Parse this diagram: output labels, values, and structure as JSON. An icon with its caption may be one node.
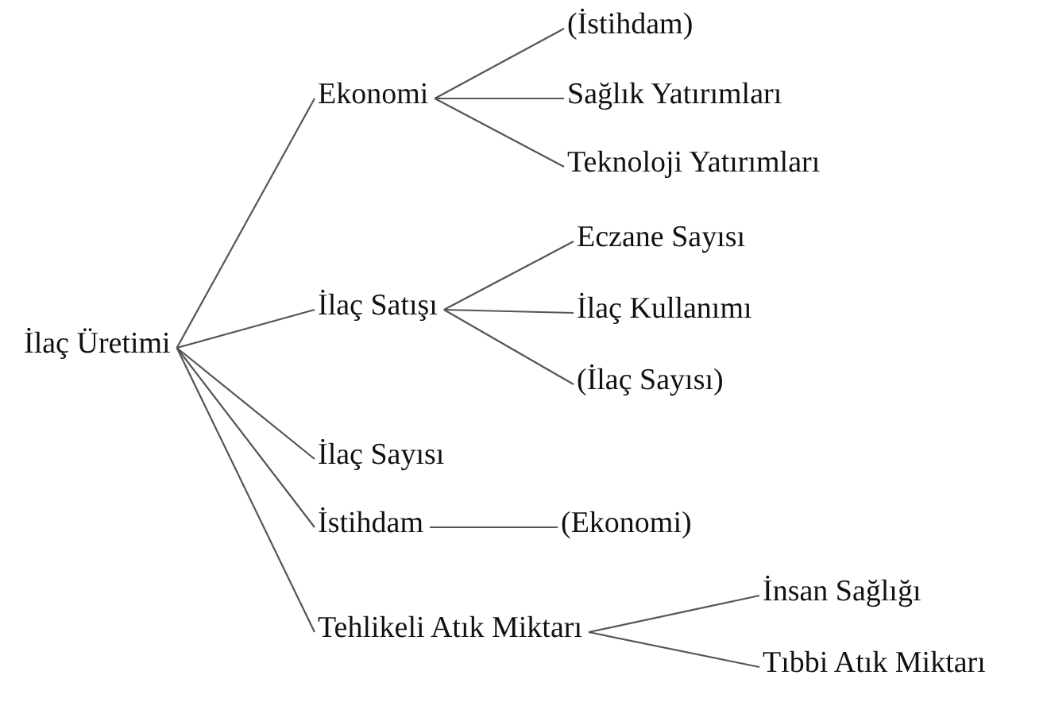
{
  "diagram": {
    "nodes": [
      {
        "text": [
          "İlaç Üretimi"
        ]
      },
      {
        "text": [
          "Ekonomi"
        ]
      },
      {
        "text": [
          "(İstihdam)"
        ]
      },
      {
        "text": [
          "Sağlık Yatırımları"
        ]
      },
      {
        "text": [
          "Teknoloji Yatırımları"
        ]
      },
      {
        "text": [
          "İlaç Satışı"
        ]
      },
      {
        "text": [
          "Eczane Sayısı"
        ]
      },
      {
        "text": [
          "İlaç Kullanımı"
        ]
      },
      {
        "text": [
          "(İlaç Sayısı)"
        ]
      },
      {
        "text": [
          "İlaç Sayısı"
        ]
      },
      {
        "text": [
          "İstihdam"
        ]
      },
      {
        "text": [
          "(Ekonomi)"
        ]
      },
      {
        "text": [
          "Tehlikeli Atık Miktarı"
        ]
      },
      {
        "text": [
          "İnsan Sağlığı"
        ]
      },
      {
        "text": [
          "Tıbbi Atık Miktarı"
        ]
      }
    ],
    "edges": [
      {
        "from": 0,
        "to": 1,
        "arrow": "none"
      },
      {
        "from": 0,
        "to": 5,
        "arrow": "none"
      },
      {
        "from": 0,
        "to": 9,
        "arrow": "none"
      },
      {
        "from": 0,
        "to": 10,
        "arrow": "none"
      },
      {
        "from": 0,
        "to": 12,
        "arrow": "none"
      },
      {
        "from": 1,
        "to": 2,
        "arrow": "none"
      },
      {
        "from": 1,
        "to": 3,
        "arrow": "none"
      },
      {
        "from": 1,
        "to": 4,
        "arrow": "none"
      },
      {
        "from": 5,
        "to": 6,
        "arrow": "none"
      },
      {
        "from": 5,
        "to": 7,
        "arrow": "none"
      },
      {
        "from": 5,
        "to": 8,
        "arrow": "none"
      },
      {
        "from": 10,
        "to": 11,
        "arrow": "none"
      },
      {
        "from": 12,
        "to": 13,
        "arrow": "none"
      },
      {
        "from": 12,
        "to": 14,
        "arrow": "none"
      }
    ]
  }
}
